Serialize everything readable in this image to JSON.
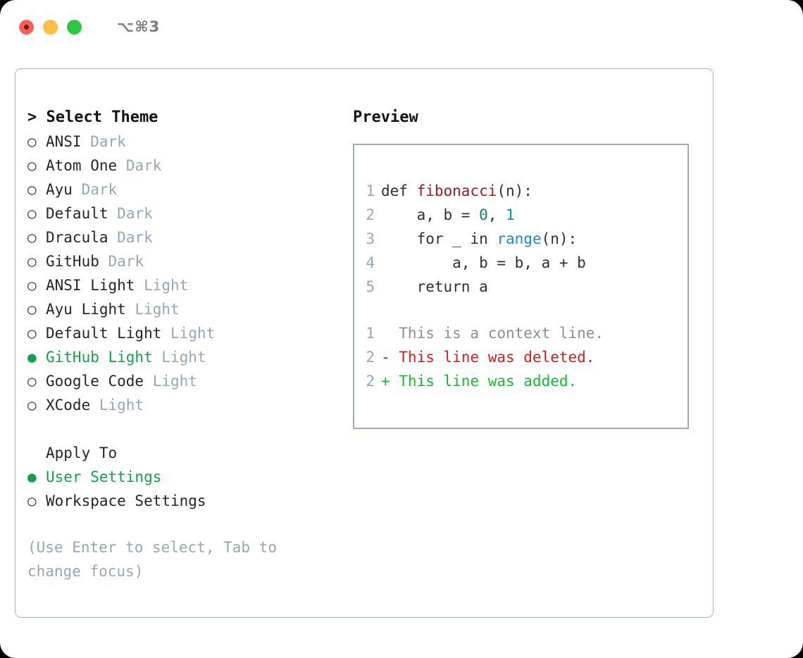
{
  "window": {
    "title": "⌥⌘3",
    "traffic_lights": [
      {
        "name": "close",
        "color": "#fb6058"
      },
      {
        "name": "minimize",
        "color": "#fcbe40"
      },
      {
        "name": "maximize",
        "color": "#2bc940"
      }
    ]
  },
  "left": {
    "header": "> Select Theme",
    "themes": [
      {
        "marker": "○",
        "name": "ANSI",
        "variant": "Dark",
        "selected": false
      },
      {
        "marker": "○",
        "name": "Atom One",
        "variant": "Dark",
        "selected": false
      },
      {
        "marker": "○",
        "name": "Ayu",
        "variant": "Dark",
        "selected": false
      },
      {
        "marker": "○",
        "name": "Default",
        "variant": "Dark",
        "selected": false
      },
      {
        "marker": "○",
        "name": "Dracula",
        "variant": "Dark",
        "selected": false
      },
      {
        "marker": "○",
        "name": "GitHub",
        "variant": "Dark",
        "selected": false
      },
      {
        "marker": "○",
        "name": "ANSI Light",
        "variant": "Light",
        "selected": false
      },
      {
        "marker": "○",
        "name": "Ayu Light",
        "variant": "Light",
        "selected": false
      },
      {
        "marker": "○",
        "name": "Default Light",
        "variant": "Light",
        "selected": false
      },
      {
        "marker": "●",
        "name": "GitHub Light",
        "variant": "Light",
        "selected": true
      },
      {
        "marker": "○",
        "name": "Google Code",
        "variant": "Light",
        "selected": false
      },
      {
        "marker": "○",
        "name": "XCode",
        "variant": "Light",
        "selected": false
      }
    ],
    "apply_to": {
      "title": "Apply To",
      "options": [
        {
          "marker": "●",
          "name": "User Settings",
          "selected": true
        },
        {
          "marker": "○",
          "name": "Workspace Settings",
          "selected": false
        }
      ]
    },
    "hint": "(Use Enter to select, Tab to change focus)"
  },
  "right": {
    "title": "Preview",
    "code": [
      {
        "no": "1",
        "tokens": [
          {
            "t": "def ",
            "c": "plain"
          },
          {
            "t": "fibonacci",
            "c": "fn"
          },
          {
            "t": "(n):",
            "c": "plain"
          }
        ]
      },
      {
        "no": "2",
        "tokens": [
          {
            "t": "    a, b = ",
            "c": "plain"
          },
          {
            "t": "0",
            "c": "num"
          },
          {
            "t": ", ",
            "c": "plain"
          },
          {
            "t": "1",
            "c": "num2"
          }
        ]
      },
      {
        "no": "3",
        "tokens": [
          {
            "t": "    for _ in ",
            "c": "plain"
          },
          {
            "t": "range",
            "c": "builtin"
          },
          {
            "t": "(n):",
            "c": "plain"
          }
        ]
      },
      {
        "no": "4",
        "tokens": [
          {
            "t": "        a, b = b, a + b",
            "c": "plain"
          }
        ]
      },
      {
        "no": "5",
        "tokens": [
          {
            "t": "    return a",
            "c": "plain"
          }
        ]
      }
    ],
    "diff": [
      {
        "no": "1",
        "text": "  This is a context line.",
        "kind": "ctx"
      },
      {
        "no": "2",
        "text": "- This line was deleted.",
        "kind": "del"
      },
      {
        "no": "2",
        "text": "+ This line was added.",
        "kind": "add"
      }
    ]
  },
  "colors": {
    "accent_green": "#14a04a",
    "muted": "#9aa5b4",
    "border": "#a1abba",
    "diff_add": "#12bb2e",
    "diff_del": "#cf1f1f",
    "fn": "#9b1c20",
    "builtin": "#1a8cc8",
    "number": "#0a7d7d"
  }
}
